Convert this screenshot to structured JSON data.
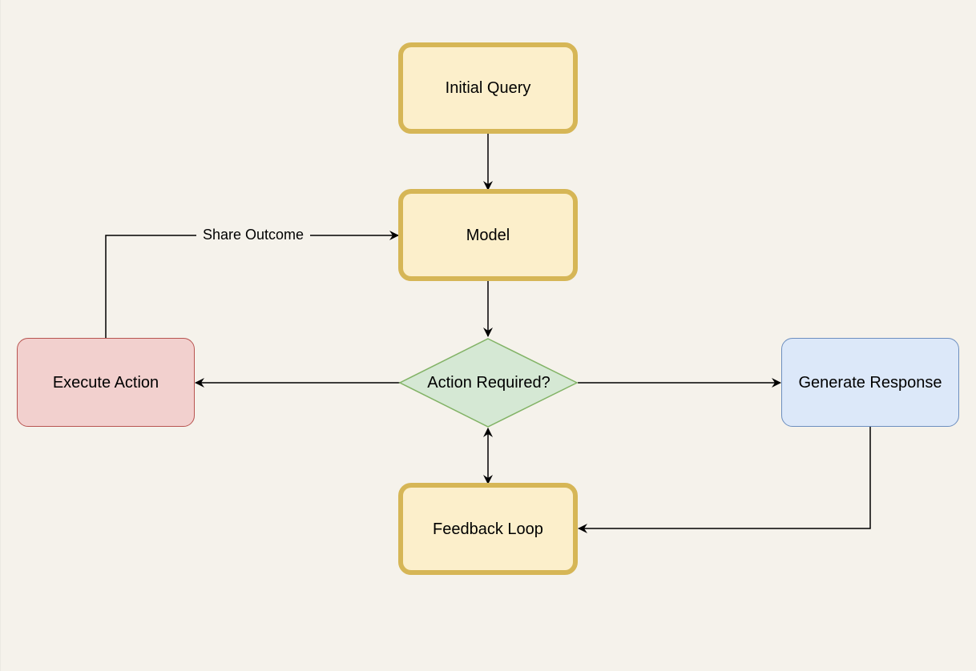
{
  "nodes": {
    "initial_query": "Initial Query",
    "model": "Model",
    "action_required": "Action Required?",
    "execute_action": "Execute Action",
    "generate_response": "Generate Response",
    "feedback_loop": "Feedback Loop"
  },
  "edges": {
    "share_outcome": "Share Outcome"
  },
  "colors": {
    "canvas": "#f5f2eb",
    "yellow_fill": "#fcefcb",
    "yellow_stroke": "#d6b656",
    "green_fill": "#d5e8d4",
    "green_stroke": "#82b366",
    "red_fill": "#f2d0ce",
    "red_stroke": "#b85450",
    "blue_fill": "#dce8f9",
    "blue_stroke": "#6c8ebf",
    "connector": "#000000"
  }
}
